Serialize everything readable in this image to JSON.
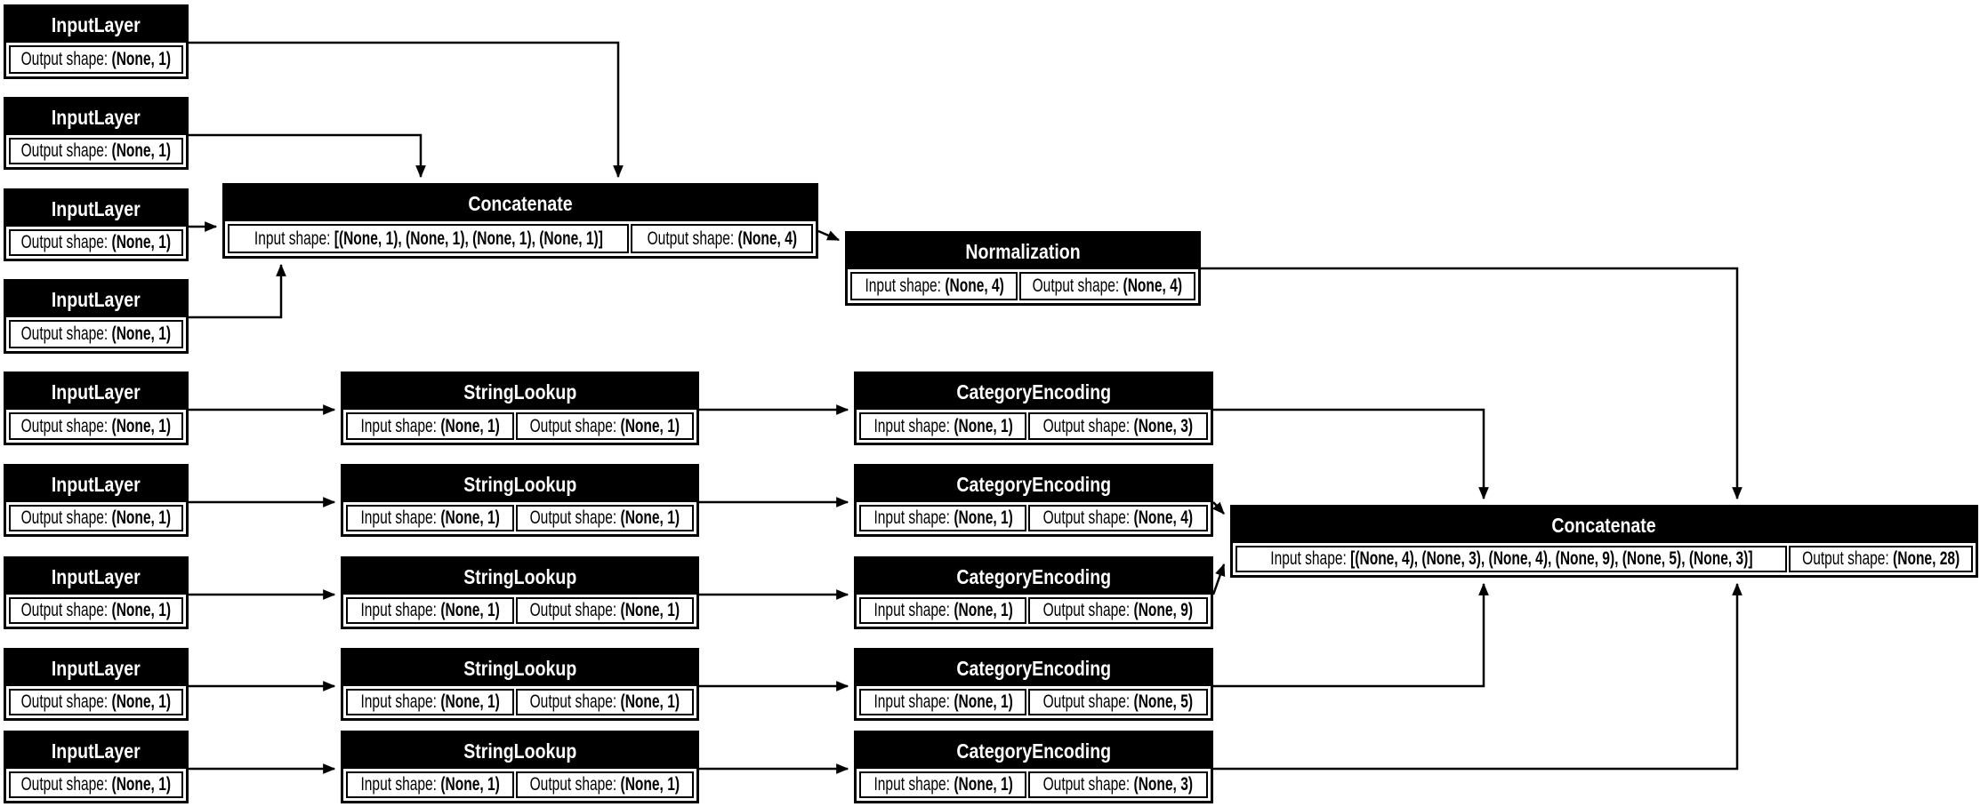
{
  "diagram": {
    "type": "keras-model-graph",
    "colors": {
      "background": "#ffffff",
      "node_border": "#000000",
      "header_bg": "#000000",
      "header_text": "#ffffff",
      "body_bg": "#ffffff",
      "body_text": "#000000",
      "edge": "#000000"
    },
    "nodes": [
      {
        "id": "input-1",
        "title": "InputLayer",
        "cells": [
          {
            "label": "Output shape: ",
            "value": "(None, 1)"
          }
        ]
      },
      {
        "id": "input-2",
        "title": "InputLayer",
        "cells": [
          {
            "label": "Output shape: ",
            "value": "(None, 1)"
          }
        ]
      },
      {
        "id": "input-3",
        "title": "InputLayer",
        "cells": [
          {
            "label": "Output shape: ",
            "value": "(None, 1)"
          }
        ]
      },
      {
        "id": "input-4",
        "title": "InputLayer",
        "cells": [
          {
            "label": "Output shape: ",
            "value": "(None, 1)"
          }
        ]
      },
      {
        "id": "concat-1",
        "title": "Concatenate",
        "cells": [
          {
            "label": "Input shape: ",
            "value": "[(None, 1), (None, 1), (None, 1), (None, 1)]"
          },
          {
            "label": "Output shape: ",
            "value": "(None, 4)"
          }
        ]
      },
      {
        "id": "normalization",
        "title": "Normalization",
        "cells": [
          {
            "label": "Input shape: ",
            "value": "(None, 4)"
          },
          {
            "label": "Output shape: ",
            "value": "(None, 4)"
          }
        ]
      },
      {
        "id": "input-5",
        "title": "InputLayer",
        "cells": [
          {
            "label": "Output shape: ",
            "value": "(None, 1)"
          }
        ]
      },
      {
        "id": "lookup-1",
        "title": "StringLookup",
        "cells": [
          {
            "label": "Input shape: ",
            "value": "(None, 1)"
          },
          {
            "label": "Output shape: ",
            "value": "(None, 1)"
          }
        ]
      },
      {
        "id": "encode-1",
        "title": "CategoryEncoding",
        "cells": [
          {
            "label": "Input shape: ",
            "value": "(None, 1)"
          },
          {
            "label": "Output shape: ",
            "value": "(None, 3)"
          }
        ]
      },
      {
        "id": "input-6",
        "title": "InputLayer",
        "cells": [
          {
            "label": "Output shape: ",
            "value": "(None, 1)"
          }
        ]
      },
      {
        "id": "lookup-2",
        "title": "StringLookup",
        "cells": [
          {
            "label": "Input shape: ",
            "value": "(None, 1)"
          },
          {
            "label": "Output shape: ",
            "value": "(None, 1)"
          }
        ]
      },
      {
        "id": "encode-2",
        "title": "CategoryEncoding",
        "cells": [
          {
            "label": "Input shape: ",
            "value": "(None, 1)"
          },
          {
            "label": "Output shape: ",
            "value": "(None, 4)"
          }
        ]
      },
      {
        "id": "input-7",
        "title": "InputLayer",
        "cells": [
          {
            "label": "Output shape: ",
            "value": "(None, 1)"
          }
        ]
      },
      {
        "id": "lookup-3",
        "title": "StringLookup",
        "cells": [
          {
            "label": "Input shape: ",
            "value": "(None, 1)"
          },
          {
            "label": "Output shape: ",
            "value": "(None, 1)"
          }
        ]
      },
      {
        "id": "encode-3",
        "title": "CategoryEncoding",
        "cells": [
          {
            "label": "Input shape: ",
            "value": "(None, 1)"
          },
          {
            "label": "Output shape: ",
            "value": "(None, 9)"
          }
        ]
      },
      {
        "id": "input-8",
        "title": "InputLayer",
        "cells": [
          {
            "label": "Output shape: ",
            "value": "(None, 1)"
          }
        ]
      },
      {
        "id": "lookup-4",
        "title": "StringLookup",
        "cells": [
          {
            "label": "Input shape: ",
            "value": "(None, 1)"
          },
          {
            "label": "Output shape: ",
            "value": "(None, 1)"
          }
        ]
      },
      {
        "id": "encode-4",
        "title": "CategoryEncoding",
        "cells": [
          {
            "label": "Input shape: ",
            "value": "(None, 1)"
          },
          {
            "label": "Output shape: ",
            "value": "(None, 5)"
          }
        ]
      },
      {
        "id": "input-9",
        "title": "InputLayer",
        "cells": [
          {
            "label": "Output shape: ",
            "value": "(None, 1)"
          }
        ]
      },
      {
        "id": "lookup-5",
        "title": "StringLookup",
        "cells": [
          {
            "label": "Input shape: ",
            "value": "(None, 1)"
          },
          {
            "label": "Output shape: ",
            "value": "(None, 1)"
          }
        ]
      },
      {
        "id": "encode-5",
        "title": "CategoryEncoding",
        "cells": [
          {
            "label": "Input shape: ",
            "value": "(None, 1)"
          },
          {
            "label": "Output shape: ",
            "value": "(None, 3)"
          }
        ]
      },
      {
        "id": "concat-2",
        "title": "Concatenate",
        "cells": [
          {
            "label": "Input shape: ",
            "value": "[(None, 4), (None, 3), (None, 4), (None, 9), (None, 5), (None, 3)]"
          },
          {
            "label": "Output shape: ",
            "value": "(None, 28)"
          }
        ]
      }
    ],
    "edges": [
      {
        "from": "input-1",
        "to": "concat-1"
      },
      {
        "from": "input-2",
        "to": "concat-1"
      },
      {
        "from": "input-3",
        "to": "concat-1"
      },
      {
        "from": "input-4",
        "to": "concat-1"
      },
      {
        "from": "concat-1",
        "to": "normalization"
      },
      {
        "from": "normalization",
        "to": "concat-2"
      },
      {
        "from": "input-5",
        "to": "lookup-1"
      },
      {
        "from": "lookup-1",
        "to": "encode-1"
      },
      {
        "from": "encode-1",
        "to": "concat-2"
      },
      {
        "from": "input-6",
        "to": "lookup-2"
      },
      {
        "from": "lookup-2",
        "to": "encode-2"
      },
      {
        "from": "encode-2",
        "to": "concat-2"
      },
      {
        "from": "input-7",
        "to": "lookup-3"
      },
      {
        "from": "lookup-3",
        "to": "encode-3"
      },
      {
        "from": "encode-3",
        "to": "concat-2"
      },
      {
        "from": "input-8",
        "to": "lookup-4"
      },
      {
        "from": "lookup-4",
        "to": "encode-4"
      },
      {
        "from": "encode-4",
        "to": "concat-2"
      },
      {
        "from": "input-9",
        "to": "lookup-5"
      },
      {
        "from": "lookup-5",
        "to": "encode-5"
      },
      {
        "from": "encode-5",
        "to": "concat-2"
      }
    ]
  }
}
